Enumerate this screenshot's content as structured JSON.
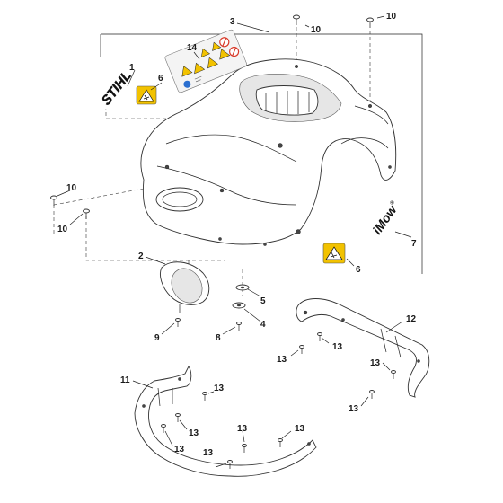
{
  "brand_text": "STIHL",
  "product_text": "iMow",
  "product_mark": "®",
  "callouts": [
    {
      "id": "c1",
      "label": "1"
    },
    {
      "id": "c2",
      "label": "2"
    },
    {
      "id": "c3",
      "label": "3"
    },
    {
      "id": "c4",
      "label": "4"
    },
    {
      "id": "c5",
      "label": "5"
    },
    {
      "id": "c6a",
      "label": "6"
    },
    {
      "id": "c6b",
      "label": "6"
    },
    {
      "id": "c7",
      "label": "7"
    },
    {
      "id": "c8",
      "label": "8"
    },
    {
      "id": "c9",
      "label": "9"
    },
    {
      "id": "c10a",
      "label": "10"
    },
    {
      "id": "c10b",
      "label": "10"
    },
    {
      "id": "c10c",
      "label": "10"
    },
    {
      "id": "c10d",
      "label": "10"
    },
    {
      "id": "c11",
      "label": "11"
    },
    {
      "id": "c12",
      "label": "12"
    },
    {
      "id": "c13a",
      "label": "13"
    },
    {
      "id": "c13b",
      "label": "13"
    },
    {
      "id": "c13c",
      "label": "13"
    },
    {
      "id": "c13d",
      "label": "13"
    },
    {
      "id": "c13e",
      "label": "13"
    },
    {
      "id": "c13f",
      "label": "13"
    },
    {
      "id": "c13g",
      "label": "13"
    },
    {
      "id": "c13h",
      "label": "13"
    },
    {
      "id": "c13i",
      "label": "13"
    },
    {
      "id": "c13j",
      "label": "13"
    },
    {
      "id": "c14",
      "label": "14"
    }
  ],
  "colors": {
    "warning_yellow": "#f2c200",
    "prohibit_red": "#d83a2a",
    "info_blue": "#2a6fd0",
    "line": "#222222"
  }
}
